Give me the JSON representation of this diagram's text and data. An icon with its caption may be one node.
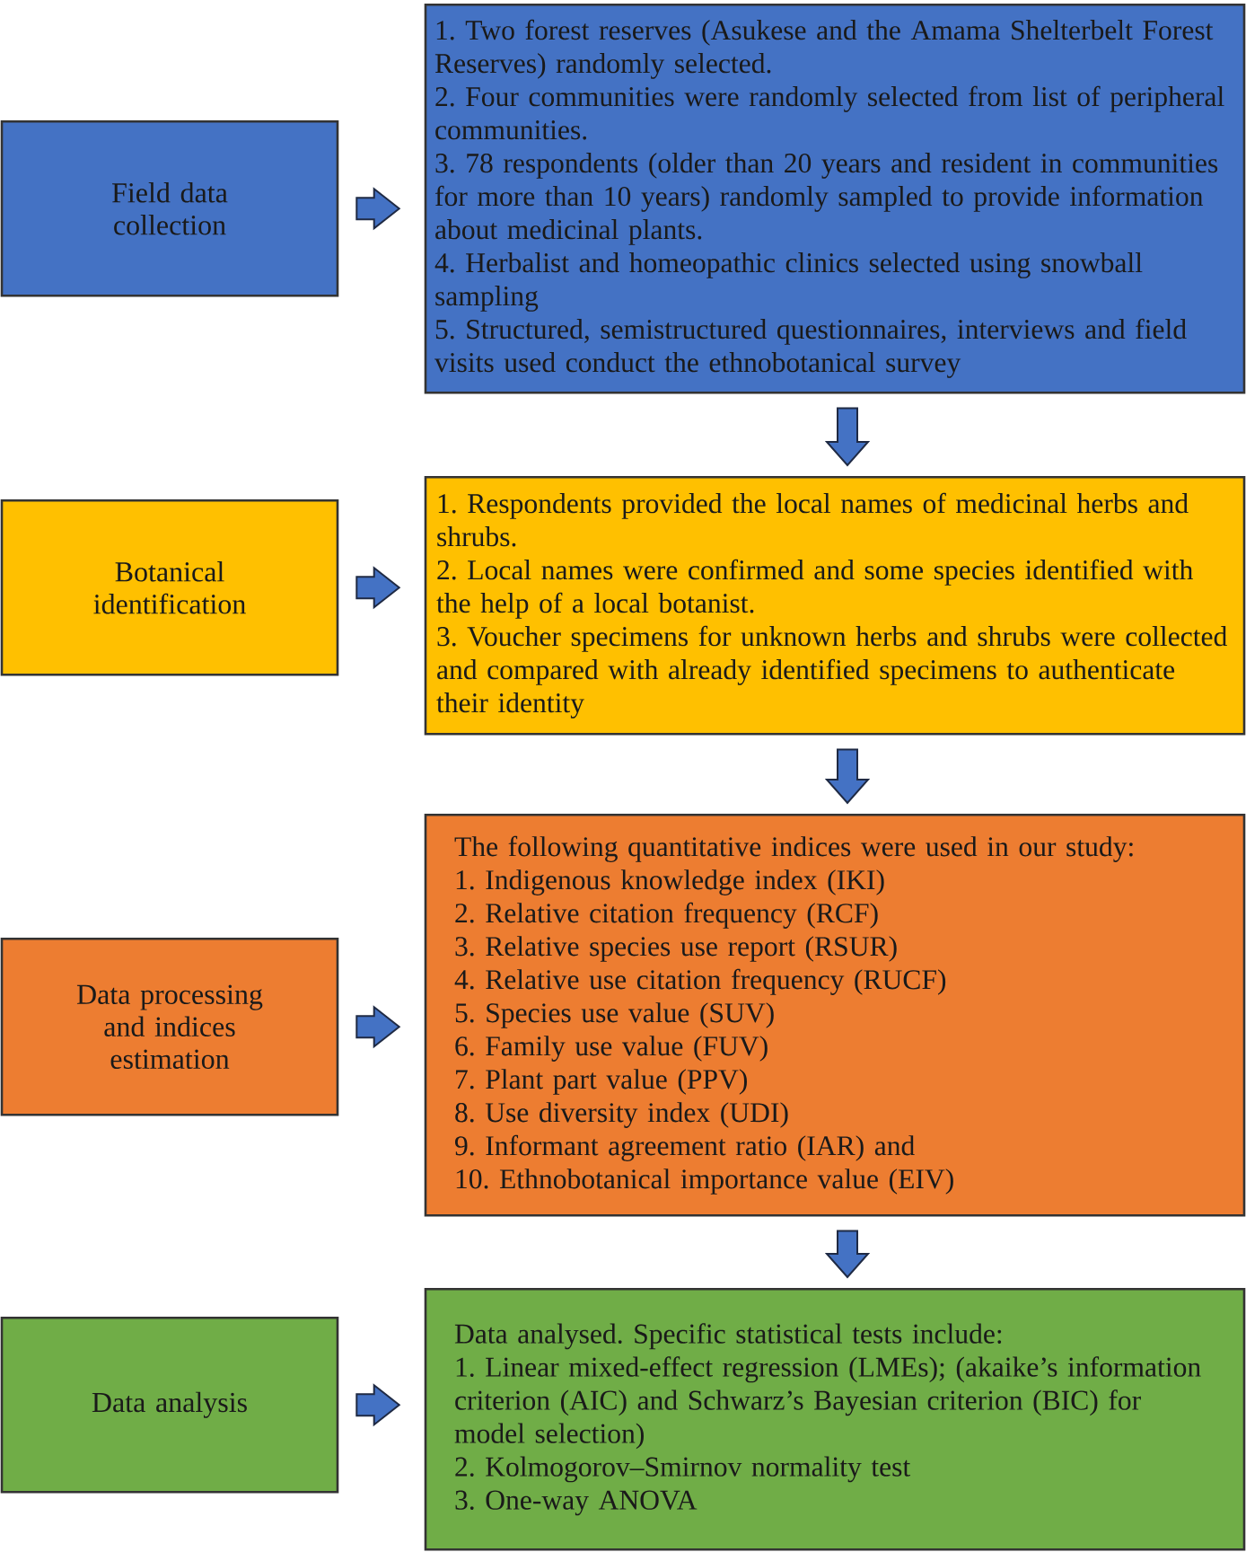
{
  "diagram": {
    "nodes": [
      {
        "text": [
          "Field data collection"
        ]
      },
      {
        "text": [
          "1. Two forest reserves (Asukese and the Amama Shelterbelt Forest Reserves) randomly selected.",
          "2. Four communities were randomly selected from list of peripheral communities.",
          "3. 78 respondents (older than 20 years and resident in communities for more than 10 years) randomly sampled to provide information about medicinal plants.",
          "4. Herbalist and homeopathic clinics selected using snowball sampling",
          "5. Structured, semistructured questionnaires, interviews and field visits used conduct the ethnobotanical survey"
        ]
      },
      {
        "text": [
          "Botanical identification"
        ]
      },
      {
        "text": [
          "1. Respondents provided the local names of medicinal herbs and shrubs.",
          "2. Local names were confirmed and some species identified with the help of a local botanist.",
          "3. Voucher specimens for unknown herbs and shrubs were collected and compared with already identified specimens to authenticate their identity"
        ]
      },
      {
        "text": [
          "Data processing and indices estimation"
        ]
      },
      {
        "text": [
          "The following quantitative indices were used in our study:",
          "1. Indigenous knowledge index (IKI)",
          "2. Relative citation frequency (RCF)",
          "3. Relative species use report (RSUR)",
          "4. Relative use citation frequency (RUCF)",
          "5. Species use value (SUV)",
          "6. Family use value (FUV)",
          "7. Plant part value (PPV)",
          "8. Use diversity index (UDI)",
          "9. Informant agreement ratio (IAR) and",
          "10. Ethnobotanical importance value (EIV)"
        ]
      },
      {
        "text": [
          "Data analysis"
        ]
      },
      {
        "text": [
          "Data analysed. Specific statistical tests include:",
          "1. Linear mixed-effect regression (LMEs); (akaike’s information criterion (AIC) and Schwarz’s Bayesian criterion (BIC) for model selection)",
          "2. Kolmogorov–Smirnov normality test",
          "3. One-way ANOVA"
        ]
      }
    ],
    "edges": [
      {
        "from": 0,
        "to": 1,
        "arrow": "to"
      },
      {
        "from": 1,
        "to": 3,
        "arrow": "to"
      },
      {
        "from": 2,
        "to": 3,
        "arrow": "to"
      },
      {
        "from": 3,
        "to": 5,
        "arrow": "to"
      },
      {
        "from": 4,
        "to": 5,
        "arrow": "to"
      },
      {
        "from": 5,
        "to": 7,
        "arrow": "to"
      },
      {
        "from": 6,
        "to": 7,
        "arrow": "to"
      }
    ]
  }
}
